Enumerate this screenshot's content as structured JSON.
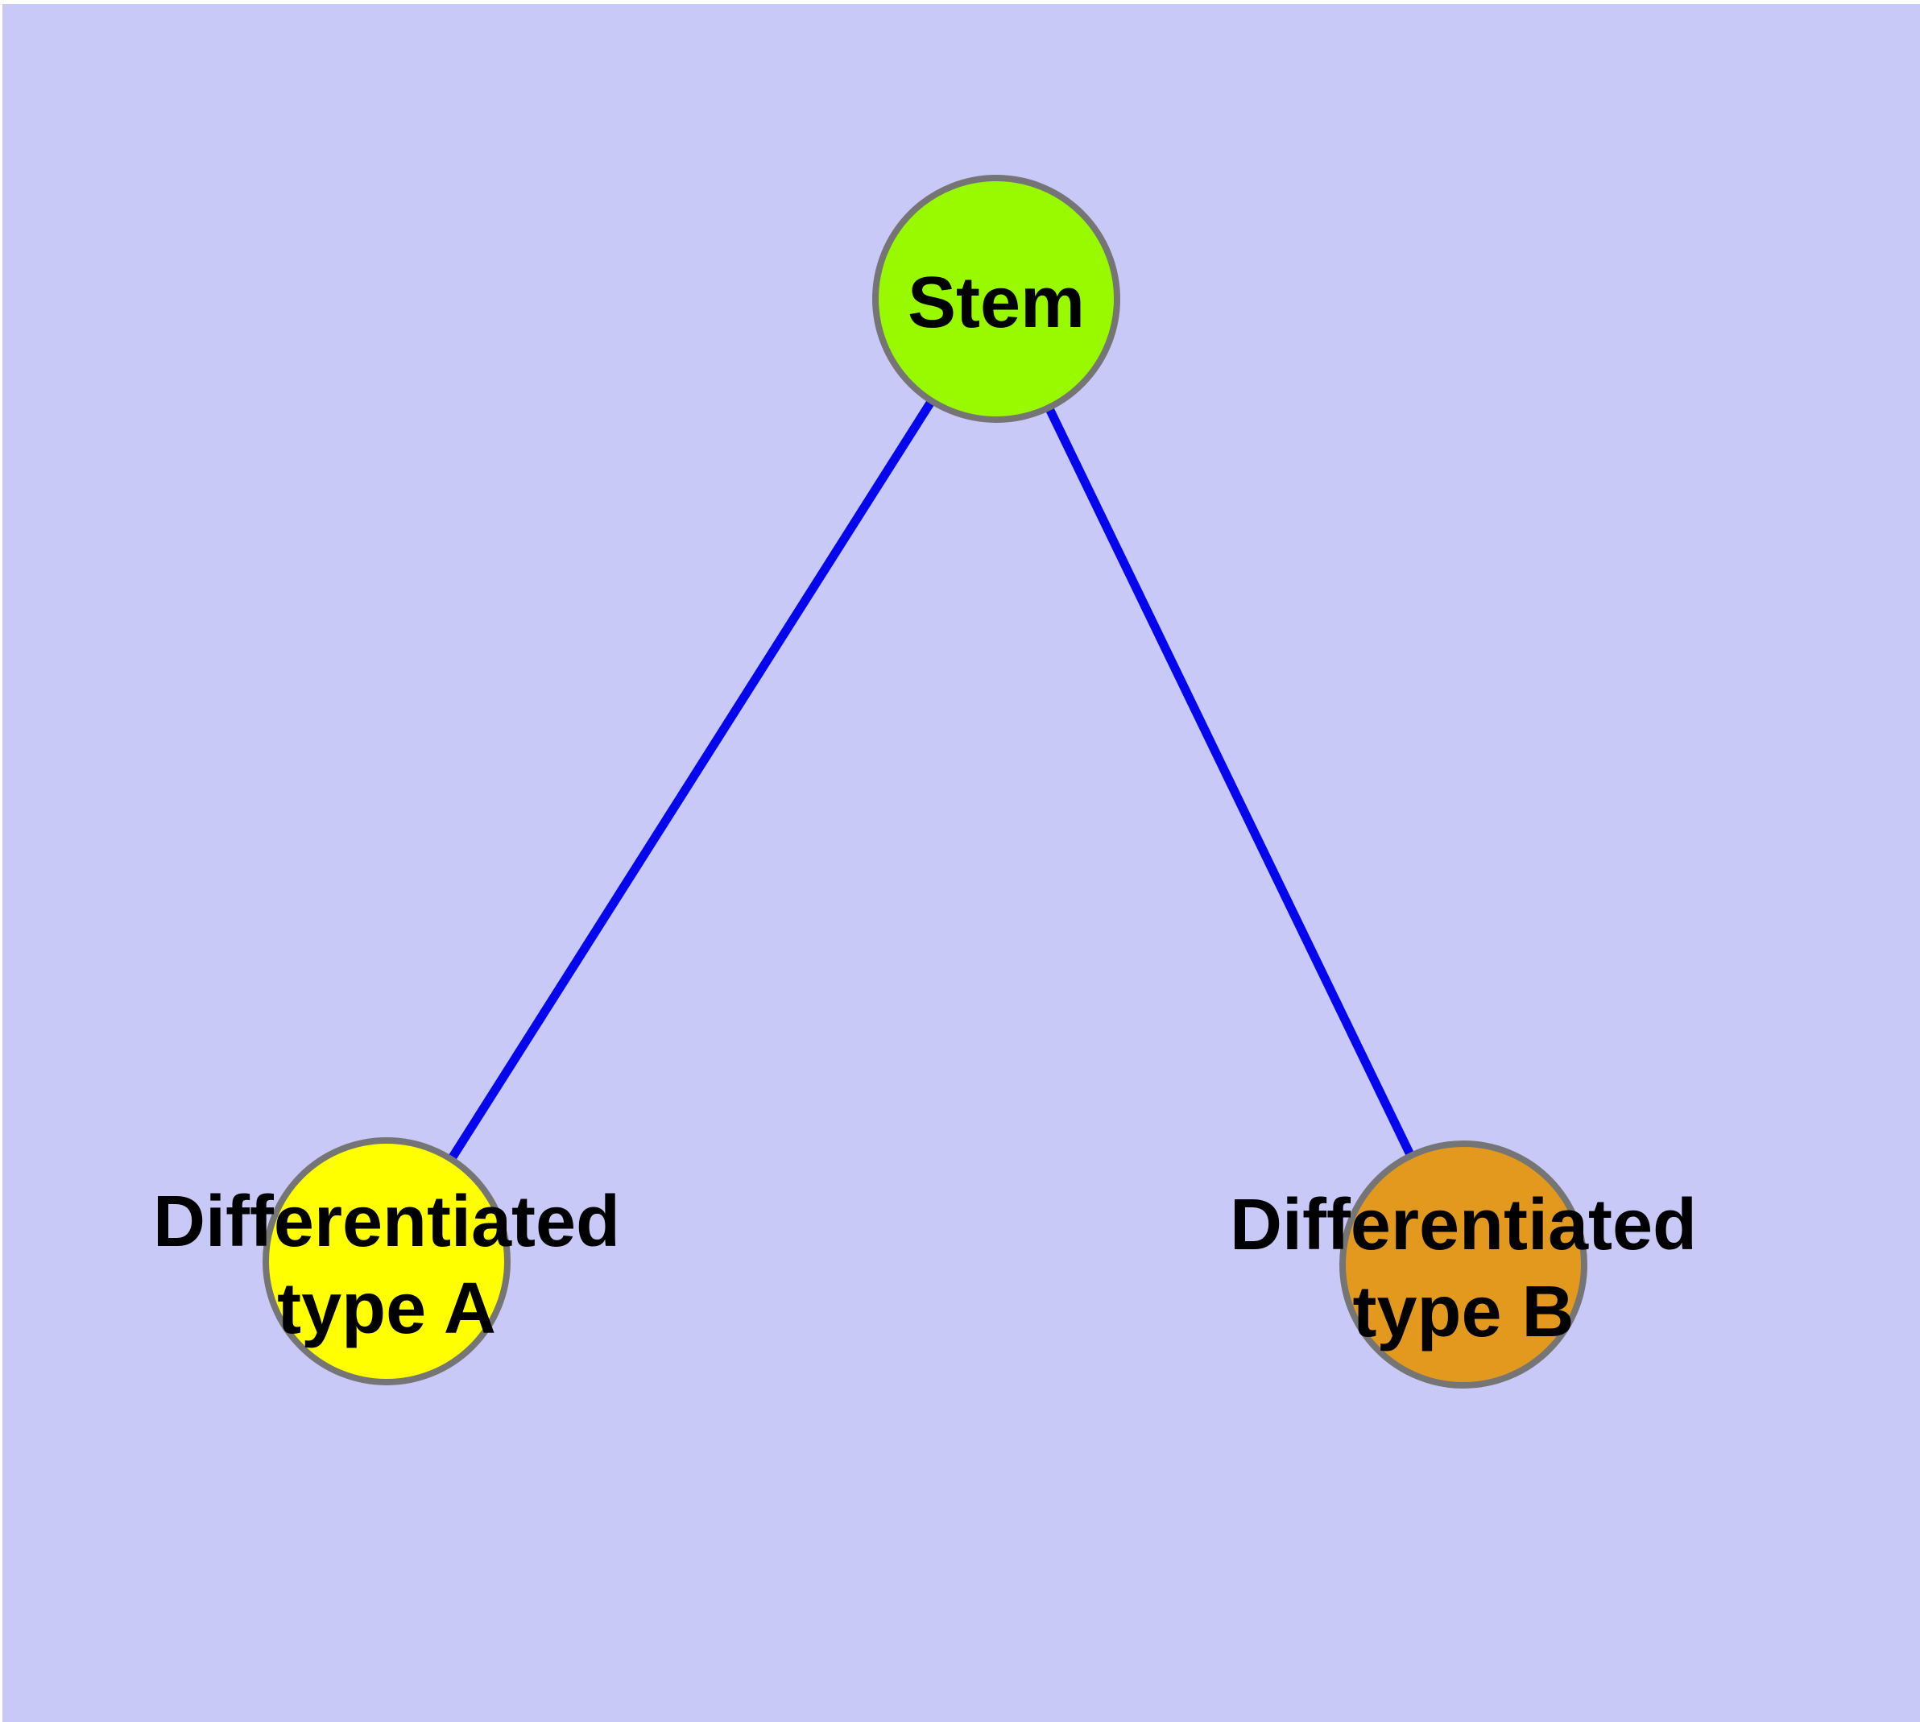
{
  "diagram": {
    "type": "graph",
    "description": "Cell differentiation tree: stem node linked to two differentiated types"
  },
  "colors": {
    "page_margin": "#ffffff",
    "background": "#c9c9f7",
    "edge": "#0606ee",
    "node_border": "#757575",
    "label_text": "#000000",
    "stem_fill": "#99fa00",
    "type_a_fill": "#ffff00",
    "type_b_fill": "#e2991e"
  },
  "nodes": [
    {
      "id": "stem",
      "label": "Stem",
      "label_line1": "Stem",
      "label_line2": "",
      "fill": "#99fa00"
    },
    {
      "id": "type-a",
      "label": "Differentiated type A",
      "label_line1": "Differentiated",
      "label_line2": "type A",
      "fill": "#ffff00"
    },
    {
      "id": "type-b",
      "label": "Differentiated type B",
      "label_line1": "Differentiated",
      "label_line2": "type B",
      "fill": "#e2991e"
    }
  ],
  "edges": [
    {
      "from": "Stem",
      "to": "Differentiated type A"
    },
    {
      "from": "Stem",
      "to": "Differentiated type B"
    }
  ]
}
